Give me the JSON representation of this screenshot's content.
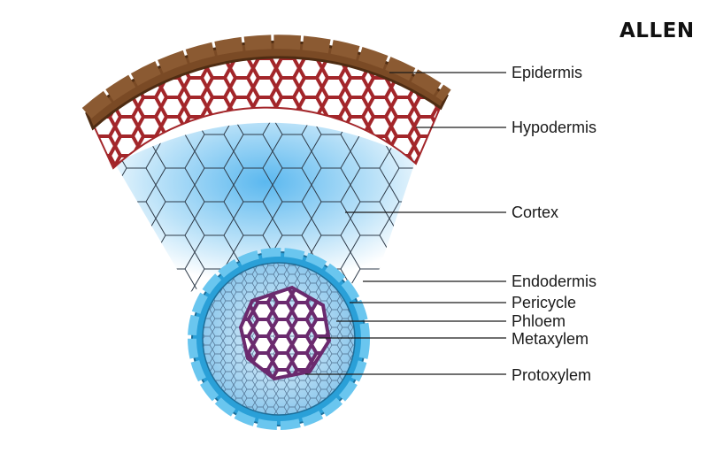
{
  "logo": "ALLEN",
  "title": "Transverse section of root",
  "labels": {
    "epidermis": "Epidermis",
    "hypodermis": "Hypodermis",
    "cortex": "Cortex",
    "endodermis": "Endodermis",
    "pericycle": "Pericycle",
    "phloem": "Phloem",
    "metaxylem": "Metaxylem",
    "protoxylem": "Protoxylem"
  },
  "colors": {
    "epidermis": "#7a4a25",
    "hypodermis": "#a3262a",
    "cortex": "#5bb8ef",
    "endodermis": "#2aa0d8",
    "xylem": "#6b2a6e"
  }
}
